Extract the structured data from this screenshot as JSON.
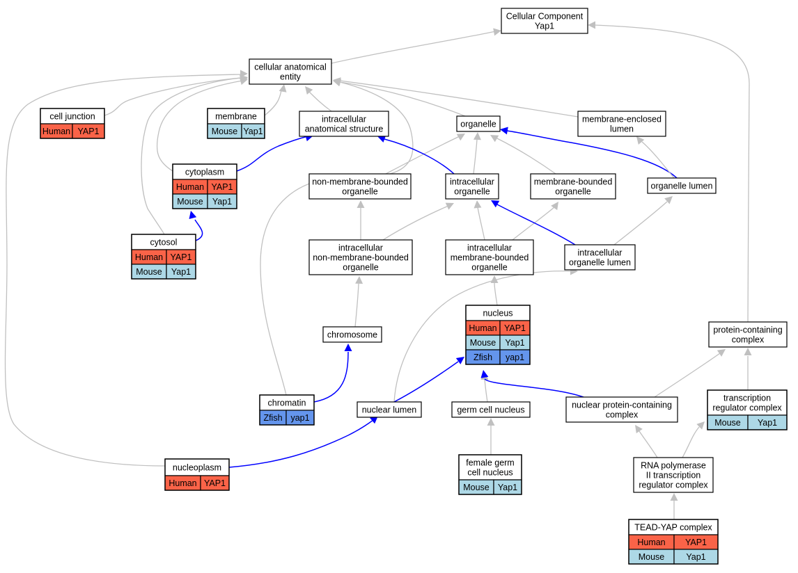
{
  "colors": {
    "human": "#fa6348",
    "mouse": "#add8e6",
    "zfish": "#6495ed",
    "gray_edge": "#c0c0c0",
    "blue_edge": "#0000ff"
  },
  "nodes": [
    {
      "id": "cellular-component-yap1",
      "lines": [
        "Cellular Component",
        "Yap1"
      ],
      "annotations": []
    },
    {
      "id": "cellular-anatomical-entity",
      "lines": [
        "cellular anatomical",
        "entity"
      ],
      "annotations": []
    },
    {
      "id": "cell-junction",
      "lines": [
        "cell junction"
      ],
      "annotations": [
        {
          "species": "Human",
          "gene": "YAP1"
        }
      ]
    },
    {
      "id": "membrane",
      "lines": [
        "membrane"
      ],
      "annotations": [
        {
          "species": "Mouse",
          "gene": "Yap1"
        }
      ]
    },
    {
      "id": "intracellular-anatomical-structure",
      "lines": [
        "intracellular",
        "anatomical structure"
      ],
      "annotations": []
    },
    {
      "id": "organelle",
      "lines": [
        "organelle"
      ],
      "annotations": []
    },
    {
      "id": "membrane-enclosed-lumen",
      "lines": [
        "membrane-enclosed",
        "lumen"
      ],
      "annotations": []
    },
    {
      "id": "cytoplasm",
      "lines": [
        "cytoplasm"
      ],
      "annotations": [
        {
          "species": "Human",
          "gene": "YAP1"
        },
        {
          "species": "Mouse",
          "gene": "Yap1"
        }
      ]
    },
    {
      "id": "non-membrane-bounded-organelle",
      "lines": [
        "non-membrane-bounded",
        "organelle"
      ],
      "annotations": []
    },
    {
      "id": "intracellular-organelle",
      "lines": [
        "intracellular",
        "organelle"
      ],
      "annotations": []
    },
    {
      "id": "membrane-bounded-organelle",
      "lines": [
        "membrane-bounded",
        "organelle"
      ],
      "annotations": []
    },
    {
      "id": "organelle-lumen",
      "lines": [
        "organelle lumen"
      ],
      "annotations": []
    },
    {
      "id": "cytosol",
      "lines": [
        "cytosol"
      ],
      "annotations": [
        {
          "species": "Human",
          "gene": "YAP1"
        },
        {
          "species": "Mouse",
          "gene": "Yap1"
        }
      ]
    },
    {
      "id": "intracellular-non-membrane-bounded-organelle",
      "lines": [
        "intracellular",
        "non-membrane-bounded",
        "organelle"
      ],
      "annotations": []
    },
    {
      "id": "intracellular-membrane-bounded-organelle",
      "lines": [
        "intracellular",
        "membrane-bounded",
        "organelle"
      ],
      "annotations": []
    },
    {
      "id": "intracellular-organelle-lumen",
      "lines": [
        "intracellular",
        "organelle lumen"
      ],
      "annotations": []
    },
    {
      "id": "chromosome",
      "lines": [
        "chromosome"
      ],
      "annotations": []
    },
    {
      "id": "nucleus",
      "lines": [
        "nucleus"
      ],
      "annotations": [
        {
          "species": "Human",
          "gene": "YAP1"
        },
        {
          "species": "Mouse",
          "gene": "Yap1"
        },
        {
          "species": "Zfish",
          "gene": "yap1"
        }
      ]
    },
    {
      "id": "protein-containing-complex",
      "lines": [
        "protein-containing",
        "complex"
      ],
      "annotations": []
    },
    {
      "id": "chromatin",
      "lines": [
        "chromatin"
      ],
      "annotations": [
        {
          "species": "Zfish",
          "gene": "yap1"
        }
      ]
    },
    {
      "id": "nuclear-lumen",
      "lines": [
        "nuclear lumen"
      ],
      "annotations": []
    },
    {
      "id": "germ-cell-nucleus",
      "lines": [
        "germ cell nucleus"
      ],
      "annotations": []
    },
    {
      "id": "nuclear-protein-containing-complex",
      "lines": [
        "nuclear protein-containing",
        "complex"
      ],
      "annotations": []
    },
    {
      "id": "transcription-regulator-complex",
      "lines": [
        "transcription",
        "regulator complex"
      ],
      "annotations": [
        {
          "species": "Mouse",
          "gene": "Yap1"
        }
      ]
    },
    {
      "id": "nucleoplasm",
      "lines": [
        "nucleoplasm"
      ],
      "annotations": [
        {
          "species": "Human",
          "gene": "YAP1"
        }
      ]
    },
    {
      "id": "female-germ-cell-nucleus",
      "lines": [
        "female germ",
        "cell nucleus"
      ],
      "annotations": [
        {
          "species": "Mouse",
          "gene": "Yap1"
        }
      ]
    },
    {
      "id": "rna-polymerase-ii-transcription-regulator-complex",
      "lines": [
        "RNA polymerase",
        "II transcription",
        "regulator complex"
      ],
      "annotations": []
    },
    {
      "id": "tead-yap-complex",
      "lines": [
        "TEAD-YAP complex"
      ],
      "annotations": [
        {
          "species": "Human",
          "gene": "YAP1"
        },
        {
          "species": "Mouse",
          "gene": "Yap1"
        }
      ]
    }
  ],
  "edges": [
    {
      "id": "cae-to-root",
      "kind": "is_a",
      "from": "cellular-anatomical-entity",
      "to": "cellular-component-yap1"
    },
    {
      "id": "pcc-to-root",
      "kind": "is_a",
      "from": "protein-containing-complex",
      "to": "cellular-component-yap1"
    },
    {
      "id": "celljunction-to-cae",
      "kind": "is_a",
      "from": "cell-junction",
      "to": "cellular-anatomical-entity"
    },
    {
      "id": "membrane-to-cae",
      "kind": "is_a",
      "from": "membrane",
      "to": "cellular-anatomical-entity"
    },
    {
      "id": "ias-to-cae",
      "kind": "is_a",
      "from": "intracellular-anatomical-structure",
      "to": "cellular-anatomical-entity"
    },
    {
      "id": "organelle-to-cae",
      "kind": "is_a",
      "from": "organelle",
      "to": "cellular-anatomical-entity"
    },
    {
      "id": "mel-to-cae",
      "kind": "is_a",
      "from": "membrane-enclosed-lumen",
      "to": "cellular-anatomical-entity"
    },
    {
      "id": "cytoplasm-to-cae",
      "kind": "is_a",
      "from": "cytoplasm",
      "to": "cellular-anatomical-entity"
    },
    {
      "id": "cytosol-to-cae",
      "kind": "is_a",
      "from": "cytosol",
      "to": "cellular-anatomical-entity"
    },
    {
      "id": "chromatin-to-cae",
      "kind": "is_a",
      "from": "chromatin",
      "to": "cellular-anatomical-entity"
    },
    {
      "id": "nucleoplasm-to-cae",
      "kind": "is_a",
      "from": "nucleoplasm",
      "to": "cellular-anatomical-entity"
    },
    {
      "id": "cytoplasm-partof-ias",
      "kind": "part_of",
      "from": "cytoplasm",
      "to": "intracellular-anatomical-structure"
    },
    {
      "id": "cytosol-partof-cytoplasm",
      "kind": "part_of",
      "from": "cytosol",
      "to": "cytoplasm"
    },
    {
      "id": "nmbo-to-organelle",
      "kind": "is_a",
      "from": "non-membrane-bounded-organelle",
      "to": "organelle"
    },
    {
      "id": "io-to-organelle",
      "kind": "is_a",
      "from": "intracellular-organelle",
      "to": "organelle"
    },
    {
      "id": "mbo-to-organelle",
      "kind": "is_a",
      "from": "membrane-bounded-organelle",
      "to": "organelle"
    },
    {
      "id": "io-partof-ias",
      "kind": "part_of",
      "from": "intracellular-organelle",
      "to": "intracellular-anatomical-structure"
    },
    {
      "id": "ol-partof-organelle",
      "kind": "part_of",
      "from": "organelle-lumen",
      "to": "organelle"
    },
    {
      "id": "ol-to-mel",
      "kind": "is_a",
      "from": "organelle-lumen",
      "to": "membrane-enclosed-lumen"
    },
    {
      "id": "inmbo-to-nmbo",
      "kind": "is_a",
      "from": "intracellular-non-membrane-bounded-organelle",
      "to": "non-membrane-bounded-organelle"
    },
    {
      "id": "inmbo-to-io",
      "kind": "is_a",
      "from": "intracellular-non-membrane-bounded-organelle",
      "to": "intracellular-organelle"
    },
    {
      "id": "imbo-to-io",
      "kind": "is_a",
      "from": "intracellular-membrane-bounded-organelle",
      "to": "intracellular-organelle"
    },
    {
      "id": "imbo-to-mbo",
      "kind": "is_a",
      "from": "intracellular-membrane-bounded-organelle",
      "to": "membrane-bounded-organelle"
    },
    {
      "id": "iol-partof-io",
      "kind": "part_of",
      "from": "intracellular-organelle-lumen",
      "to": "intracellular-organelle"
    },
    {
      "id": "iol-to-ol",
      "kind": "is_a",
      "from": "intracellular-organelle-lumen",
      "to": "organelle-lumen"
    },
    {
      "id": "chromosome-to-inmbo",
      "kind": "is_a",
      "from": "chromosome",
      "to": "intracellular-non-membrane-bounded-organelle"
    },
    {
      "id": "nucleus-to-imbo",
      "kind": "is_a",
      "from": "nucleus",
      "to": "intracellular-membrane-bounded-organelle"
    },
    {
      "id": "chromatin-partof-chromosome",
      "kind": "part_of",
      "from": "chromatin",
      "to": "chromosome"
    },
    {
      "id": "nl-to-iol",
      "kind": "is_a",
      "from": "nuclear-lumen",
      "to": "intracellular-organelle-lumen"
    },
    {
      "id": "nl-partof-nucleus",
      "kind": "part_of",
      "from": "nuclear-lumen",
      "to": "nucleus"
    },
    {
      "id": "gcn-to-nucleus",
      "kind": "is_a",
      "from": "germ-cell-nucleus",
      "to": "nucleus"
    },
    {
      "id": "npcc-partof-nucleus",
      "kind": "part_of",
      "from": "nuclear-protein-containing-complex",
      "to": "nucleus"
    },
    {
      "id": "npcc-to-pcc",
      "kind": "is_a",
      "from": "nuclear-protein-containing-complex",
      "to": "protein-containing-complex"
    },
    {
      "id": "trc-to-pcc",
      "kind": "is_a",
      "from": "transcription-regulator-complex",
      "to": "protein-containing-complex"
    },
    {
      "id": "nucleoplasm-partof-nl",
      "kind": "part_of",
      "from": "nucleoplasm",
      "to": "nuclear-lumen"
    },
    {
      "id": "fgcn-to-gcn",
      "kind": "is_a",
      "from": "female-germ-cell-nucleus",
      "to": "germ-cell-nucleus"
    },
    {
      "id": "rnap-to-npcc",
      "kind": "is_a",
      "from": "rna-polymerase-ii-transcription-regulator-complex",
      "to": "nuclear-protein-containing-complex"
    },
    {
      "id": "rnap-to-trc",
      "kind": "is_a",
      "from": "rna-polymerase-ii-transcription-regulator-complex",
      "to": "transcription-regulator-complex"
    },
    {
      "id": "tead-to-rnap",
      "kind": "is_a",
      "from": "tead-yap-complex",
      "to": "rna-polymerase-ii-transcription-regulator-complex"
    }
  ]
}
